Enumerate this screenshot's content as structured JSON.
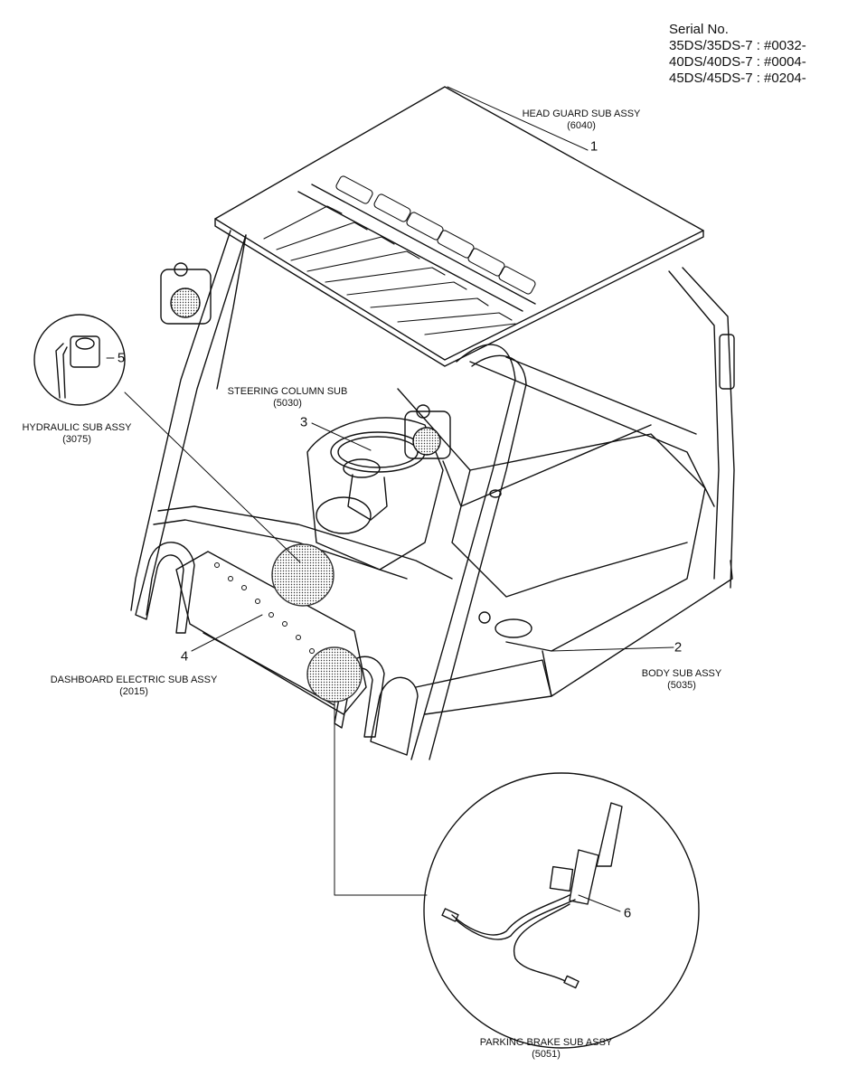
{
  "serial": {
    "title": "Serial No.",
    "lines": [
      "35DS/35DS-7 : #0032-",
      "40DS/40DS-7 : #0004-",
      "45DS/45DS-7 : #0204-"
    ]
  },
  "parts": [
    {
      "number": "1",
      "name": "HEAD GUARD SUB ASSY",
      "code": "(6040)"
    },
    {
      "number": "2",
      "name": "BODY SUB ASSY",
      "code": "(5035)"
    },
    {
      "number": "3",
      "name": "STEERING COLUMN SUB",
      "code": "(5030)"
    },
    {
      "number": "4",
      "name": "DASHBOARD ELECTRIC SUB ASSY",
      "code": "(2015)"
    },
    {
      "number": "5",
      "name": "HYDRAULIC SUB ASSY",
      "code": "(3075)"
    },
    {
      "number": "6",
      "name": "PARKING BRAKE SUB ASSY",
      "code": "(5051)"
    }
  ]
}
